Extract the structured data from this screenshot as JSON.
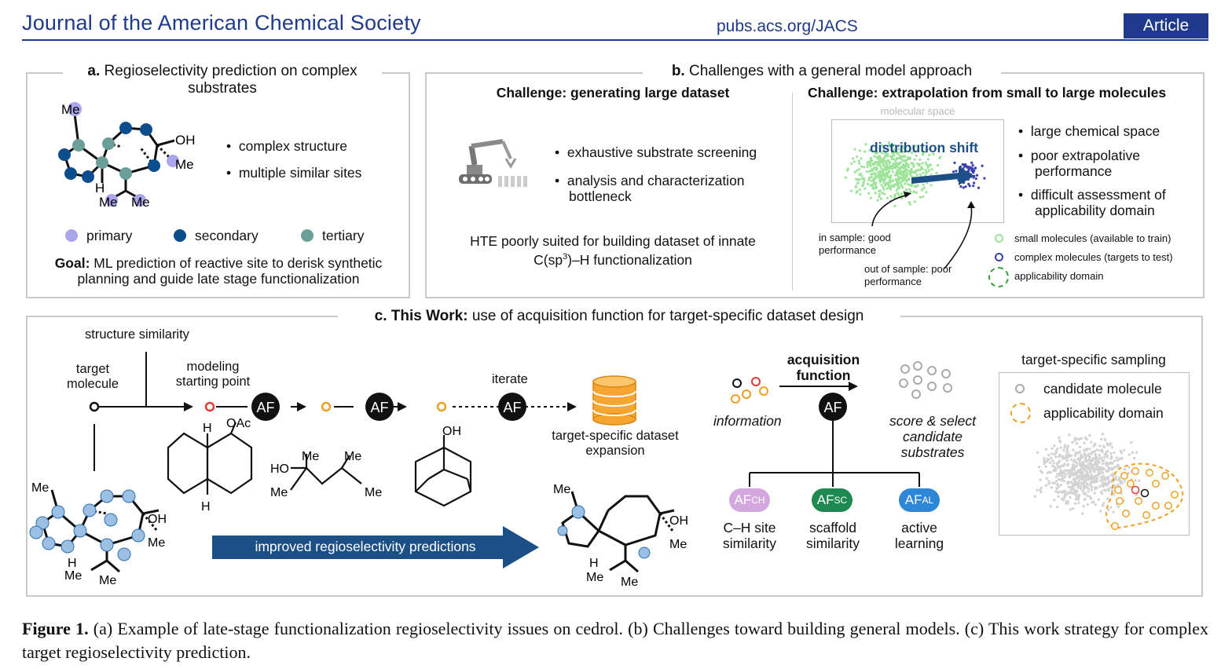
{
  "header": {
    "journal": "Journal of the American Chemical Society",
    "url": "pubs.acs.org/JACS",
    "badge": "Article"
  },
  "panel_a": {
    "label": "a.",
    "title": "Regioselectivity prediction on complex substrates",
    "atoms": {
      "me": "Me",
      "oh": "OH",
      "h": "H"
    },
    "bullets": [
      "complex structure",
      "multiple similar sites"
    ],
    "legend": [
      "primary",
      "secondary",
      "tertiary"
    ],
    "goal_label": "Goal:",
    "goal_text": "ML prediction of reactive site to derisk synthetic planning and guide late stage functionalization",
    "colors": {
      "primary": "#a9a6ec",
      "secondary": "#0c4d8c",
      "tertiary": "#6a9e99"
    }
  },
  "panel_b": {
    "label": "b.",
    "title": "Challenges with a general model approach",
    "left_heading": "Challenge: generating large dataset",
    "left_bullets": [
      "exhaustive substrate screening",
      "analysis and characterization bottleneck"
    ],
    "left_note_1": "HTE poorly suited for building dataset of innate",
    "left_note_2": "C(sp",
    "left_note_sup": "3",
    "left_note_3": ")–H functionalization",
    "right_heading": "Challenge: extrapolation from small to large molecules",
    "plot_label": "molecular space",
    "shift_label": "distribution shift",
    "in_sample": "in sample: good performance",
    "out_sample": "out of sample: poor performance",
    "right_bullets": [
      "large chemical space",
      "poor extrapolative performance",
      "difficult assessment of applicability domain"
    ],
    "legend": [
      "small molecules (available to train)",
      "complex molecules (targets to test)",
      "applicability domain"
    ],
    "colors": {
      "small": "#9de39a",
      "complex": "#3a3fb0",
      "arrow": "#1d4f87"
    }
  },
  "panel_c": {
    "label": "c. This Work:",
    "title": "use of acquisition function for target-specific dataset design",
    "structure_similarity": "structure similarity",
    "target_molecule": "target molecule",
    "modeling_start": "modeling starting point",
    "iterate": "iterate",
    "af": "AF",
    "dataset_expansion": "target-specific dataset expansion",
    "improved": "improved regioselectivity predictions",
    "atoms": {
      "me": "Me",
      "oh": "OH",
      "h": "H",
      "oac": "OAc",
      "ho": "HO"
    },
    "information": "information",
    "acquisition_function": "acquisition function",
    "score_select": "score & select candidate substrates",
    "af_types": [
      {
        "abbr": "AF",
        "sub": "CH",
        "label": "C–H site similarity",
        "color": "#d3a8de"
      },
      {
        "abbr": "AF",
        "sub": "SC",
        "label": "scaffold similarity",
        "color": "#1e8a52"
      },
      {
        "abbr": "AF",
        "sub": "AL",
        "label": "active learning",
        "color": "#2e86d6"
      }
    ],
    "sampling_title": "target-specific sampling",
    "sampling_legend": [
      "candidate molecule",
      "applicability domain"
    ],
    "colors": {
      "orange": "#f0a020",
      "red": "#e53935",
      "blue_arrow": "#1d4f87",
      "site": "#9cc0e4"
    }
  },
  "caption": {
    "label": "Figure 1.",
    "text": "(a) Example of late-stage functionalization regioselectivity issues on cedrol. (b) Challenges toward building general models. (c) This work strategy for complex target regioselectivity prediction."
  }
}
